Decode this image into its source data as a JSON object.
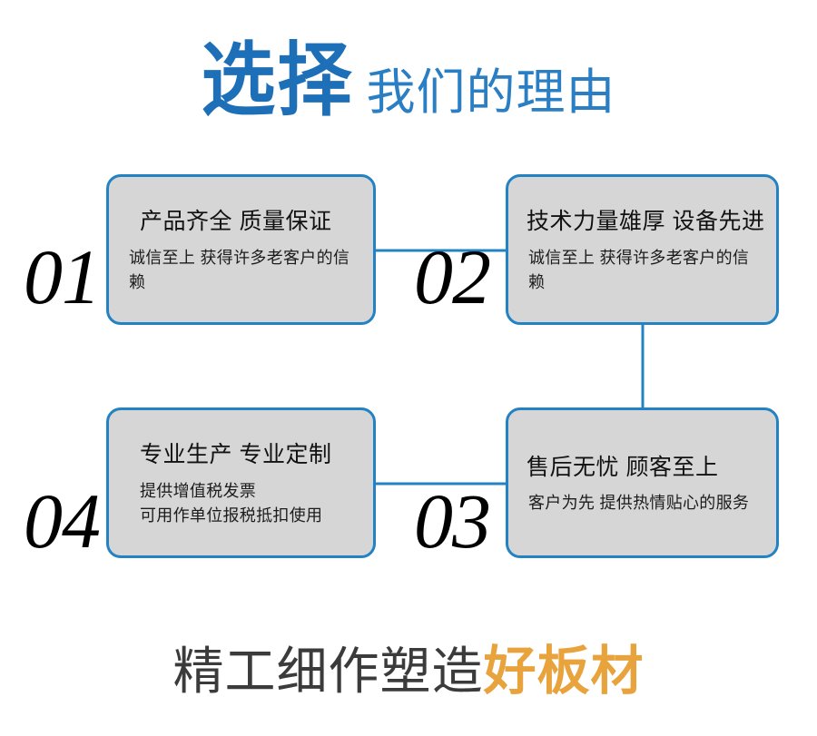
{
  "header": {
    "strong_text": "选择",
    "light_text": "我们的理由",
    "accent_color": "#1d6fb8"
  },
  "cards": [
    {
      "number": "01",
      "title": "产品齐全 质量保证",
      "body": "诚信至上 获得许多老客户的信赖",
      "position": "top-left"
    },
    {
      "number": "02",
      "title": "技术力量雄厚 设备先进",
      "body": "诚信至上 获得许多老客户的信赖",
      "position": "top-right"
    },
    {
      "number": "03",
      "title": "售后无忧 顾客至上",
      "body": "客户为先 提供热情贴心的服务",
      "position": "bottom-right"
    },
    {
      "number": "04",
      "title": "专业生产 专业定制",
      "body": "提供增值税发票\n可用作单位报税抵扣使用",
      "position": "bottom-left"
    }
  ],
  "style": {
    "card_fill": "#d6d6d6",
    "card_border": "#2382c4",
    "connector_color": "#2382c4",
    "number_color": "#000000"
  },
  "footer": {
    "main_text": "精工细作塑造",
    "accent_text": "好板材",
    "accent_color": "#e8a33d"
  }
}
